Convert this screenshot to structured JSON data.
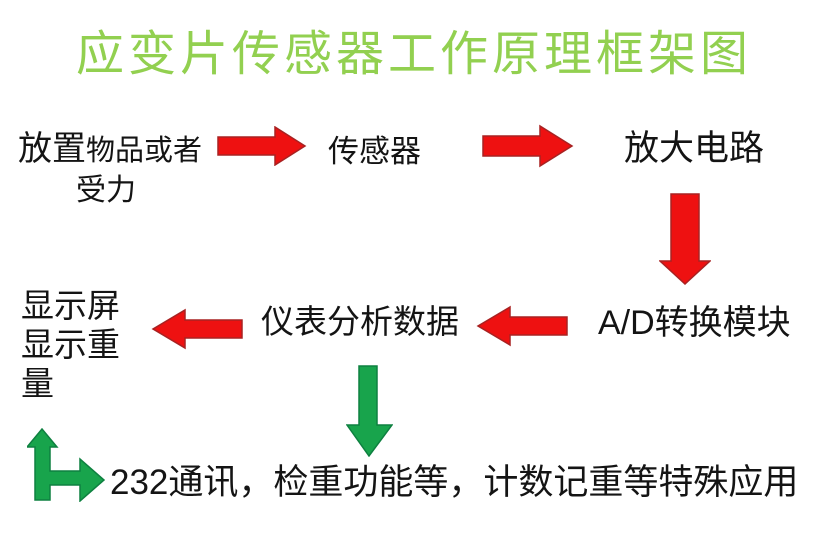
{
  "title": {
    "text": "应变片传感器工作原理框架图"
  },
  "colors": {
    "title_green": "#92D050",
    "arrow_red": "#EE1111",
    "arrow_red_outline": "#A82222",
    "arrow_green": "#18A44C",
    "arrow_green_outline": "#0E8040",
    "text_black": "#141414",
    "background": "#FFFFFF"
  },
  "nodes": {
    "input": {
      "line1_large": "放置",
      "line1_small": "物品或者",
      "line2": "受力"
    },
    "sensor": {
      "label": "传感器"
    },
    "amplifier": {
      "label": "放大电路"
    },
    "ad_module": {
      "label": "A/D转换模块"
    },
    "analyzer": {
      "label": "仪表分析数据"
    },
    "display": {
      "lines": [
        "显示屏",
        "显示重",
        "量"
      ]
    },
    "applications": {
      "label": "232通讯，检重功能等，计数记重等特殊应用"
    }
  }
}
